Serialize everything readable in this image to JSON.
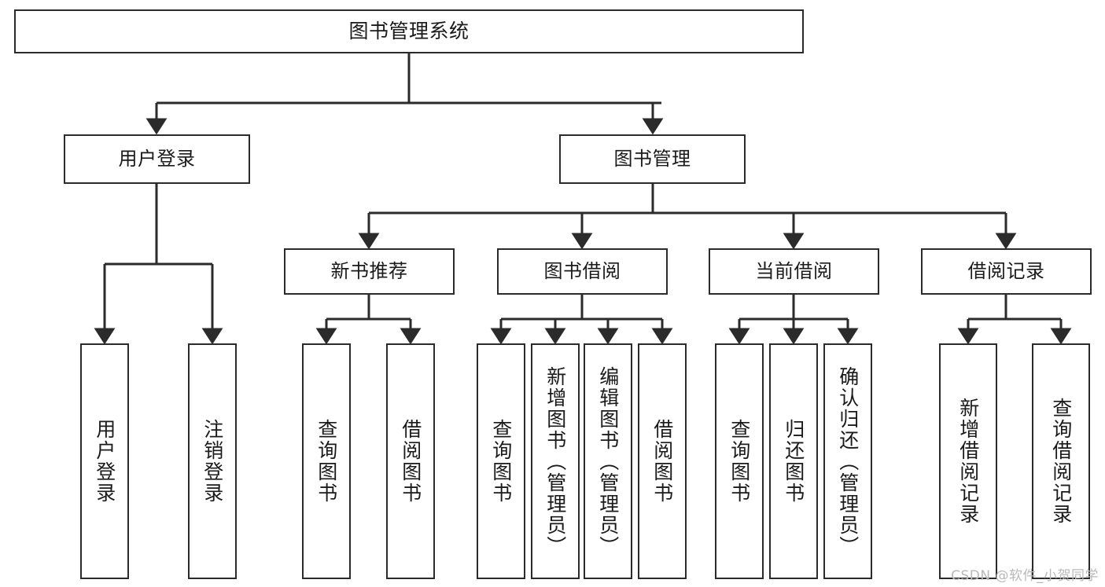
{
  "diagram": {
    "type": "tree",
    "title": "图书管理系统",
    "orientation": "top-down",
    "edge_color": "#2b2b2b",
    "box_border_color": "#2b2b2b",
    "box_fill_color": "#ffffff",
    "text_color": "#1a1a1a"
  },
  "nodes": {
    "root": {
      "label": "图书管理系统"
    },
    "level2": [
      {
        "label": "用户登录"
      },
      {
        "label": "图书管理"
      }
    ],
    "level3": [
      {
        "label": "新书推荐"
      },
      {
        "label": "图书借阅"
      },
      {
        "label": "当前借阅"
      },
      {
        "label": "借阅记录"
      }
    ],
    "leaves": {
      "user_login": [
        {
          "label": "用户登录"
        },
        {
          "label": "注销登录"
        }
      ],
      "new_book_recommend": [
        {
          "label": "查询图书"
        },
        {
          "label": "借阅图书"
        }
      ],
      "book_borrow": [
        {
          "label": "查询图书"
        },
        {
          "label": "新增图书（管理员）"
        },
        {
          "label": "编辑图书（管理员）"
        },
        {
          "label": "借阅图书"
        }
      ],
      "current_borrow": [
        {
          "label": "查询图书"
        },
        {
          "label": "归还图书"
        },
        {
          "label": "确认归还（管理员）"
        }
      ],
      "borrow_record": [
        {
          "label": "新增借阅记录"
        },
        {
          "label": "查询借阅记录"
        }
      ]
    }
  },
  "watermark": {
    "text": "CSDN @软件_小贺同学"
  }
}
